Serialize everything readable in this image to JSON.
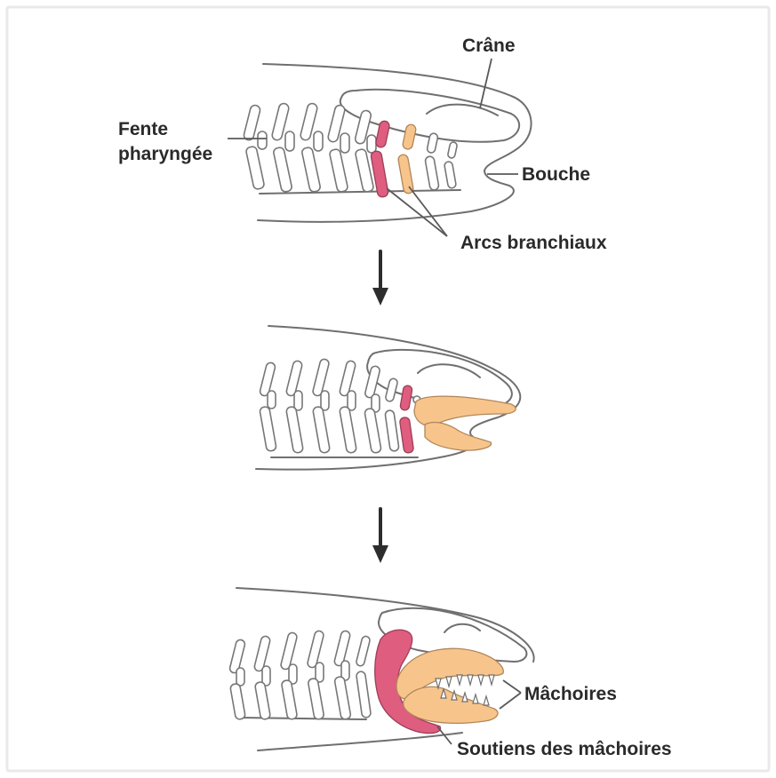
{
  "labels": {
    "skull": "Crâne",
    "pharyngeal_slit_line1": "Fente",
    "pharyngeal_slit_line2": "pharyngée",
    "mouth": "Bouche",
    "gill_arches": "Arcs branchiaux",
    "jaws": "Mâchoires",
    "jaw_supports": "Soutiens des mâchoires"
  },
  "colors": {
    "gill_arch_pink": "#df5d7f",
    "gill_arch_orange": "#f7c58c",
    "outline": "#6f6f6f",
    "arrow": "#2d2d2d"
  }
}
